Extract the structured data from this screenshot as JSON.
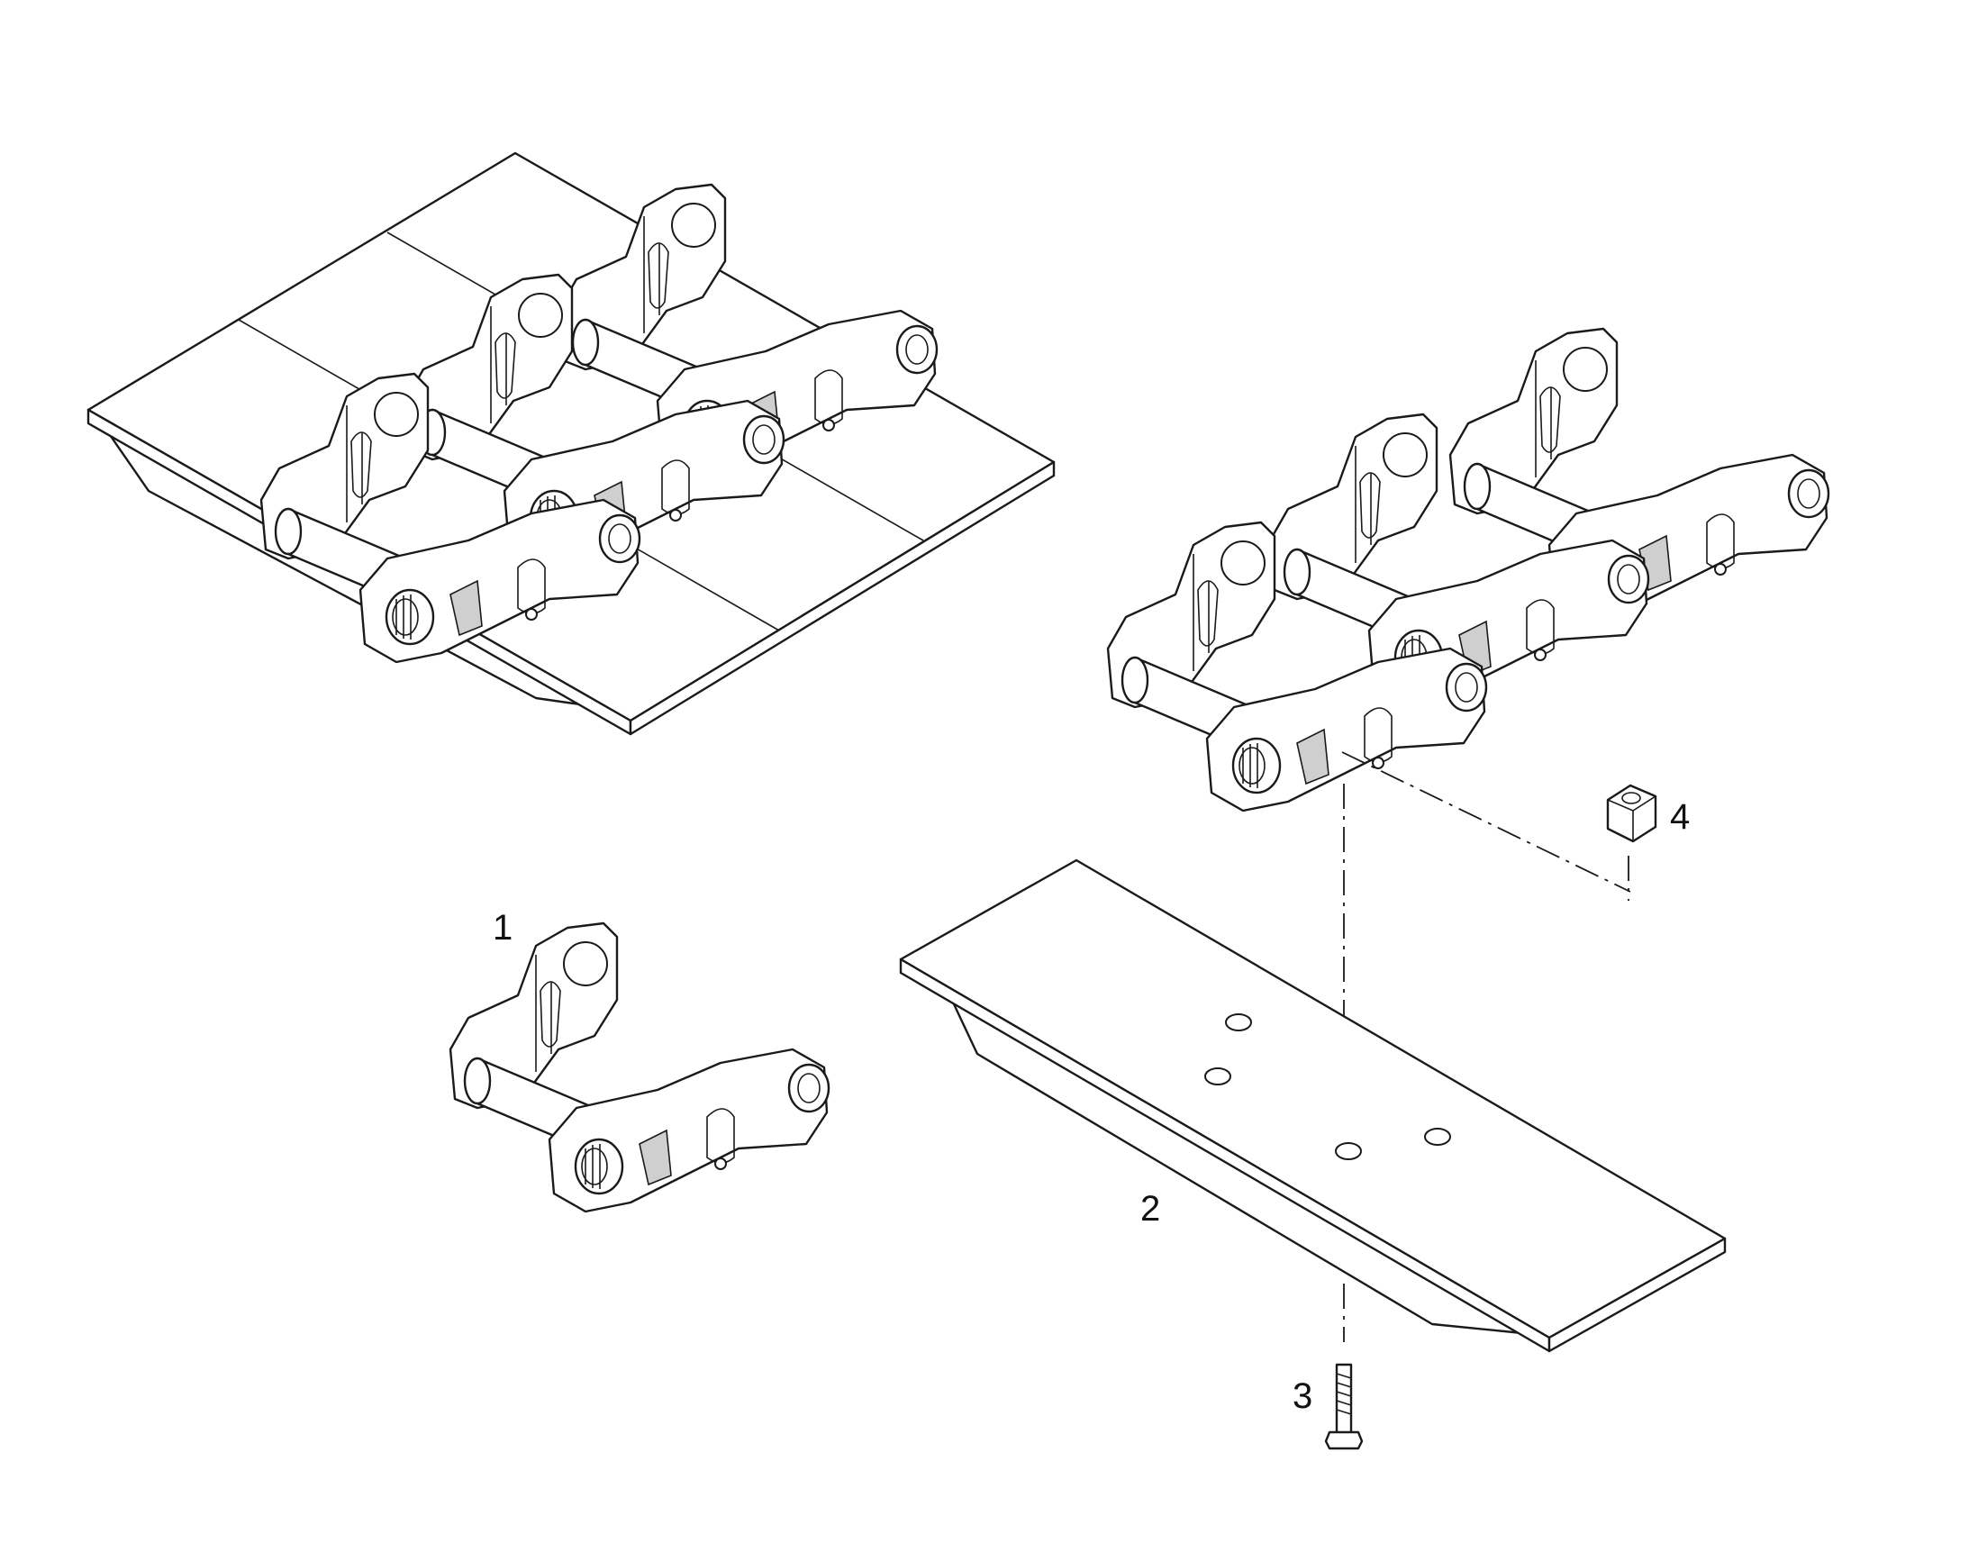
{
  "callouts": {
    "part_1": "1",
    "part_2": "2",
    "part_3": "3",
    "part_4": "4"
  },
  "colors": {
    "line": "#1a1a1a",
    "fill": "#ffffff",
    "shade": "#cfcfcf"
  }
}
